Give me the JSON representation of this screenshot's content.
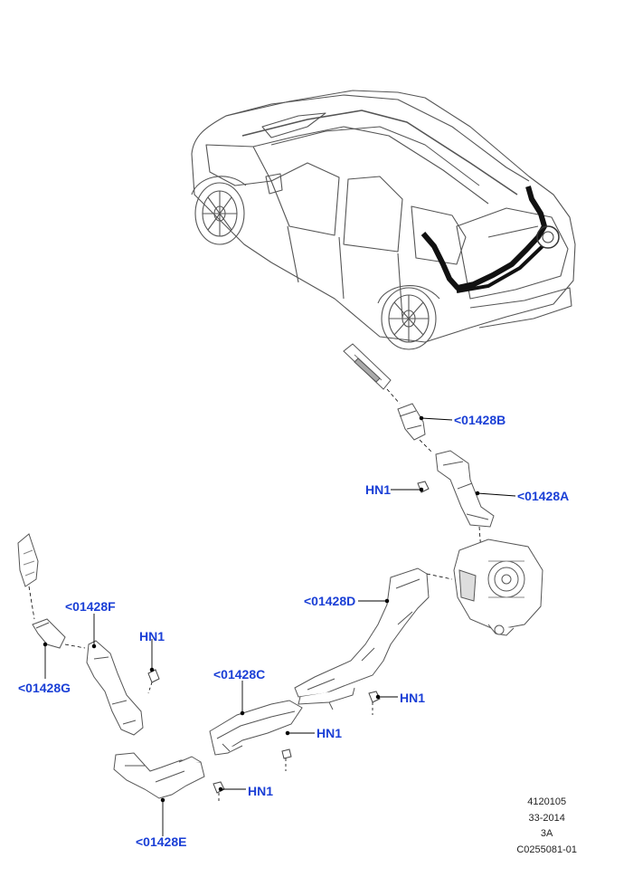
{
  "colors": {
    "callout_text": "#1a3fd6",
    "line": "#000000",
    "outline": "#555555",
    "duct_fill": "#ffffff",
    "harness_fill": "#111111"
  },
  "callouts": {
    "part_b": "<01428B",
    "part_a": "<01428A",
    "part_d": "<01428D",
    "part_f": "<01428F",
    "part_g": "<01428G",
    "part_c": "<01428C",
    "part_e": "<01428E",
    "hn1_upper": "HN1",
    "hn1_left": "HN1",
    "hn1_right": "HN1",
    "hn1_mid": "HN1",
    "hn1_bottom": "HN1"
  },
  "footer": {
    "line1": "4120105",
    "line2": "33-2014",
    "line3": "3A",
    "line4": "C0255081-01"
  },
  "icons": {
    "vehicle": "vehicle-outline-icon",
    "blower": "blower-motor-icon",
    "clip": "retaining-clip-icon"
  }
}
